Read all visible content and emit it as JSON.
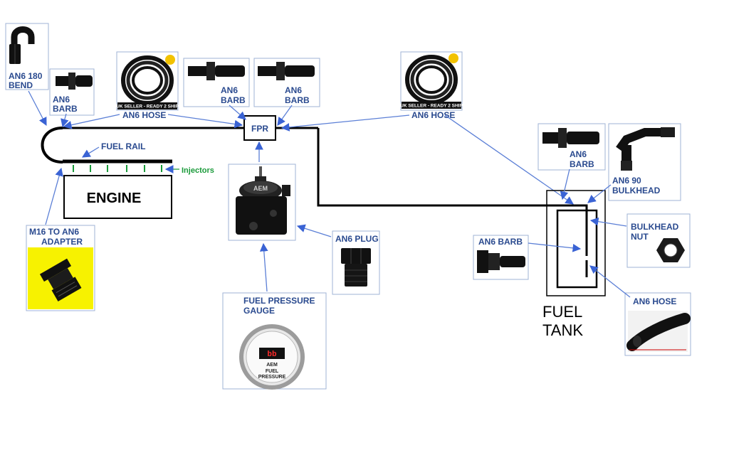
{
  "labels": {
    "an6_180_bend": [
      "AN6 180",
      "BEND"
    ],
    "an6_barb_left": [
      "AN6",
      "BARB"
    ],
    "an6_hose_left": "AN6 HOSE",
    "an6_barb_mid1": [
      "AN6",
      "BARB"
    ],
    "an6_barb_mid2": [
      "AN6",
      "BARB"
    ],
    "an6_hose_right": "AN6 HOSE",
    "fpr": "FPR",
    "fuel_rail": "FUEL RAIL",
    "injectors": "Injectors",
    "engine": "ENGINE",
    "m16_adapter": [
      "M16 TO AN6",
      "ADAPTER"
    ],
    "an6_plug": "AN6 PLUG",
    "fuel_pressure_gauge": [
      "FUEL PRESSURE",
      "GAUGE"
    ],
    "an6_barb_tank_top": [
      "AN6",
      "BARB"
    ],
    "an6_90_bulkhead": [
      "AN6 90",
      "BULKHEAD"
    ],
    "bulkhead_nut": [
      "BULKHEAD",
      "NUT"
    ],
    "an6_barb_tank_side": "AN6 BARB",
    "an6_hose_tank": "AN6 HOSE",
    "fuel_tank": [
      "FUEL",
      "TANK"
    ]
  },
  "hose_photo_tag": "UK SELLER - READY 2 SHIP",
  "gauge_face": {
    "brand": "AEM",
    "readout": "bb",
    "caption": [
      "FUEL",
      "PRESSURE"
    ]
  },
  "colors": {
    "label_text": "#2a4a8f",
    "arrow": "#3a63d4",
    "injector_marks": "#1a9a3a",
    "fuel_line": "#000000",
    "adapter_background": "#f7f200"
  },
  "icons": {
    "an6_180_bend": "hose-end-180-icon",
    "barb_fittings": "barb-fitting-icon",
    "hose_coils": "hose-coil-icon",
    "fpr_photo": "pressure-regulator-icon",
    "gauge_photo": "pressure-gauge-icon",
    "adapter_photo": "adapter-fitting-icon",
    "plug_photo": "plug-fitting-icon",
    "bulkhead_90_photo": "elbow-fitting-icon",
    "nut_photo": "hex-nut-icon",
    "tank_hose_photo": "hose-section-icon"
  }
}
